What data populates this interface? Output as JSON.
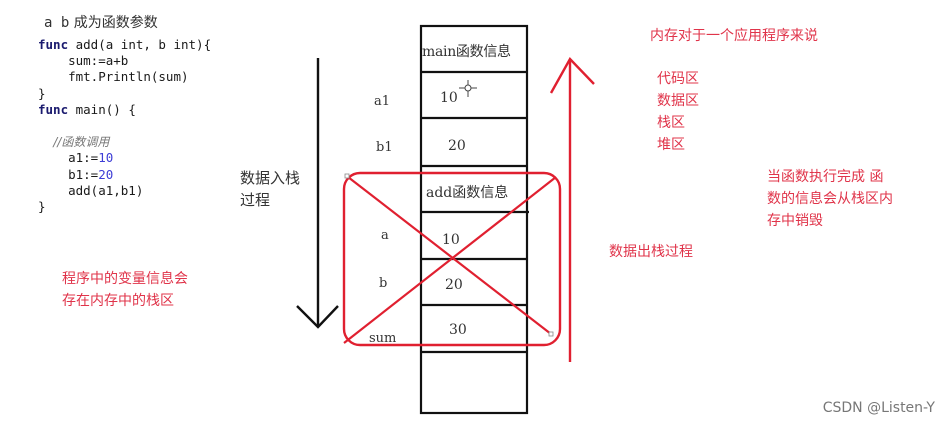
{
  "code_panel": {
    "heading_prefix": "a b",
    "heading_text": "成为函数参数",
    "lines": [
      {
        "kw": "func",
        "text": " add(a int, b int){"
      },
      {
        "text": "    sum:=a+b"
      },
      {
        "text": "    fmt.Println(sum)"
      },
      {
        "text": "}"
      },
      {
        "kw": "func",
        "text": " main() {"
      },
      {
        "text": ""
      },
      {
        "comment": "    //函数调用"
      },
      {
        "text": "    a1:=",
        "num": "10"
      },
      {
        "text": "    b1:=",
        "num": "20"
      },
      {
        "text": "    add(a1,b1)"
      },
      {
        "text": "}"
      }
    ]
  },
  "annotations": {
    "push_process": [
      "数据入栈",
      "过程"
    ],
    "pop_process": "数据出栈过程",
    "stack_note": [
      "程序中的变量信息会",
      "存在内存中的栈区"
    ],
    "memory_heading": "内存对于一个应用程序来说",
    "memory_areas": [
      "代码区",
      "数据区",
      "栈区",
      "堆区"
    ],
    "destroy_note": [
      "当函数执行完成 函",
      "数的信息会从栈区内",
      "存中销毁"
    ]
  },
  "stack": {
    "cells": [
      {
        "label": "",
        "value": "main函数信息"
      },
      {
        "label": "a1",
        "value": "10"
      },
      {
        "label": "b1",
        "value": "20"
      },
      {
        "label": "",
        "value": "add函数信息"
      },
      {
        "label": "a",
        "value": "10"
      },
      {
        "label": "b",
        "value": "20"
      },
      {
        "label": "sum",
        "value": "30"
      },
      {
        "label": "",
        "value": ""
      }
    ]
  },
  "colors": {
    "annotation_red": "#e0344a",
    "stroke_red": "#e02030",
    "keyword": "#1a1a6e",
    "number": "#3d3dd6"
  },
  "watermark": "CSDN @Listen-Y"
}
